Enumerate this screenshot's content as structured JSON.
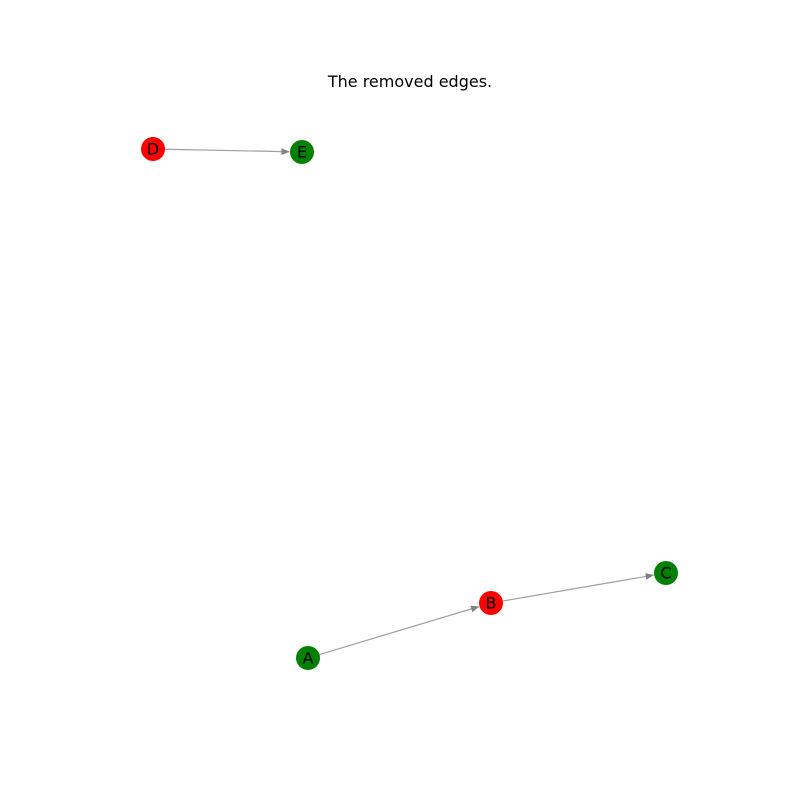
{
  "title": "The removed edges.",
  "colors": {
    "red_node": "#ff0000",
    "green_node": "#008000",
    "edge": "#a0a0a0",
    "label": "#000000"
  },
  "nodes": [
    {
      "id": "A",
      "label": "A",
      "color": "green"
    },
    {
      "id": "B",
      "label": "B",
      "color": "red"
    },
    {
      "id": "C",
      "label": "C",
      "color": "green"
    },
    {
      "id": "D",
      "label": "D",
      "color": "red"
    },
    {
      "id": "E",
      "label": "E",
      "color": "green"
    }
  ],
  "edges": [
    {
      "from": "D",
      "to": "E"
    },
    {
      "from": "A",
      "to": "B"
    },
    {
      "from": "B",
      "to": "C"
    }
  ]
}
